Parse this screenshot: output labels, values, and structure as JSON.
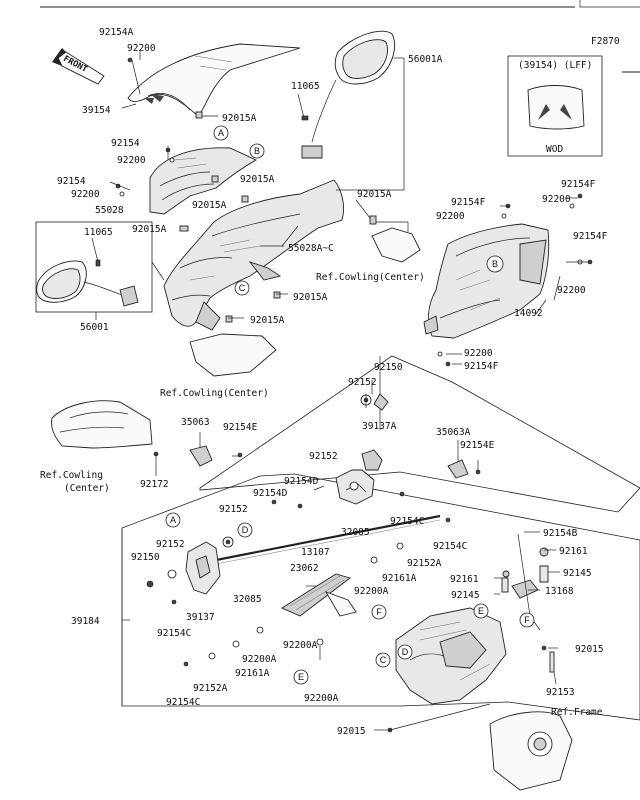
{
  "figure_code": "F2870",
  "front_label": "FRONT",
  "variant": {
    "caption": "(39154) (LFF)",
    "note": "WOD"
  },
  "callouts": [
    {
      "id": "c1",
      "text": "92154A"
    },
    {
      "id": "c2",
      "text": "92200"
    },
    {
      "id": "c3",
      "text": "39154"
    },
    {
      "id": "c4",
      "text": "92015A"
    },
    {
      "id": "c5",
      "text": "92154"
    },
    {
      "id": "c6",
      "text": "92200"
    },
    {
      "id": "c7",
      "text": "92154"
    },
    {
      "id": "c8",
      "text": "92200"
    },
    {
      "id": "c9",
      "text": "55028"
    },
    {
      "id": "c10",
      "text": "92015A"
    },
    {
      "id": "c11",
      "text": "92015A"
    },
    {
      "id": "c12",
      "text": "92015A"
    },
    {
      "id": "c13",
      "text": "11065"
    },
    {
      "id": "c14",
      "text": "56001A"
    },
    {
      "id": "c15",
      "text": "11065"
    },
    {
      "id": "c16",
      "text": "56001"
    },
    {
      "id": "c17",
      "text": "55028A~C"
    },
    {
      "id": "c18",
      "text": "92015A"
    },
    {
      "id": "c19",
      "text": "Ref.Cowling(Center)"
    },
    {
      "id": "c20",
      "text": "92015A"
    },
    {
      "id": "c21",
      "text": "92015A"
    },
    {
      "id": "c22",
      "text": "Ref.Cowling(Center)"
    },
    {
      "id": "c23",
      "text": "92154F"
    },
    {
      "id": "c24",
      "text": "92200"
    },
    {
      "id": "c25",
      "text": "92154F"
    },
    {
      "id": "c26",
      "text": "92200"
    },
    {
      "id": "c27",
      "text": "92154F"
    },
    {
      "id": "c28",
      "text": "92200"
    },
    {
      "id": "c29",
      "text": "14092"
    },
    {
      "id": "c30",
      "text": "92200"
    },
    {
      "id": "c31",
      "text": "92154F"
    },
    {
      "id": "c32",
      "text": "Ref.Cowling"
    },
    {
      "id": "c33",
      "text": "(Center)"
    },
    {
      "id": "c34",
      "text": "92172"
    },
    {
      "id": "c35",
      "text": "35063"
    },
    {
      "id": "c36",
      "text": "92154E"
    },
    {
      "id": "c37",
      "text": "92150"
    },
    {
      "id": "c38",
      "text": "92152"
    },
    {
      "id": "c39",
      "text": "39137A"
    },
    {
      "id": "c40",
      "text": "35063A"
    },
    {
      "id": "c41",
      "text": "92154E"
    },
    {
      "id": "c42",
      "text": "92152"
    },
    {
      "id": "c43",
      "text": "92154D"
    },
    {
      "id": "c44",
      "text": "92154D"
    },
    {
      "id": "c45",
      "text": "92152"
    },
    {
      "id": "c46",
      "text": "32085"
    },
    {
      "id": "c47",
      "text": "92154C"
    },
    {
      "id": "c48",
      "text": "92154C"
    },
    {
      "id": "c49",
      "text": "92152"
    },
    {
      "id": "c50",
      "text": "92150"
    },
    {
      "id": "c51",
      "text": "13107"
    },
    {
      "id": "c52",
      "text": "92152A"
    },
    {
      "id": "c53",
      "text": "92161A"
    },
    {
      "id": "c54",
      "text": "23062"
    },
    {
      "id": "c55",
      "text": "92200A"
    },
    {
      "id": "c56",
      "text": "92154B"
    },
    {
      "id": "c57",
      "text": "92161"
    },
    {
      "id": "c58",
      "text": "92145"
    },
    {
      "id": "c59",
      "text": "92161"
    },
    {
      "id": "c60",
      "text": "92145"
    },
    {
      "id": "c61",
      "text": "13168"
    },
    {
      "id": "c62",
      "text": "39184"
    },
    {
      "id": "c63",
      "text": "32085"
    },
    {
      "id": "c64",
      "text": "39137"
    },
    {
      "id": "c65",
      "text": "92154C"
    },
    {
      "id": "c66",
      "text": "92200A"
    },
    {
      "id": "c67",
      "text": "92200A"
    },
    {
      "id": "c68",
      "text": "92161A"
    },
    {
      "id": "c69",
      "text": "92152A"
    },
    {
      "id": "c70",
      "text": "92154C"
    },
    {
      "id": "c71",
      "text": "92200A"
    },
    {
      "id": "c72",
      "text": "92015"
    },
    {
      "id": "c73",
      "text": "92153"
    },
    {
      "id": "c74",
      "text": "Ref.Frame"
    },
    {
      "id": "c75",
      "text": "92015"
    }
  ],
  "ref_letters": [
    {
      "id": "r1",
      "text": "A"
    },
    {
      "id": "r2",
      "text": "B"
    },
    {
      "id": "r3",
      "text": "C"
    },
    {
      "id": "r4",
      "text": "B"
    },
    {
      "id": "r5",
      "text": "A"
    },
    {
      "id": "r6",
      "text": "D"
    },
    {
      "id": "r7",
      "text": "E"
    },
    {
      "id": "r8",
      "text": "F"
    },
    {
      "id": "r9",
      "text": "E"
    },
    {
      "id": "r10",
      "text": "F"
    },
    {
      "id": "r11",
      "text": "C"
    },
    {
      "id": "r12",
      "text": "D"
    }
  ]
}
